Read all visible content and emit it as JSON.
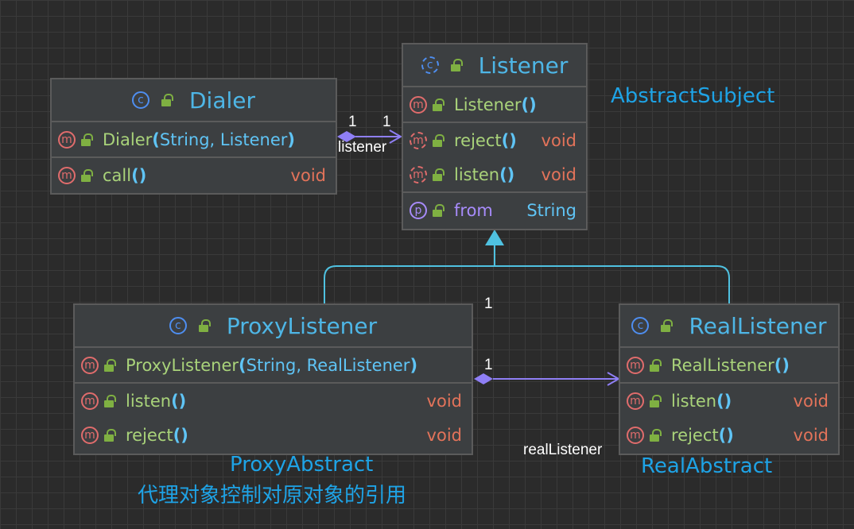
{
  "classes": {
    "dialer": {
      "name": "Dialer",
      "constructor": {
        "name": "Dialer",
        "open": "(",
        "args": "String, Listener",
        "close": ")"
      },
      "method": {
        "name": "call",
        "parens": "()",
        "type": "void"
      }
    },
    "listener": {
      "name": "Listener",
      "constructor": {
        "name": "Listener",
        "parens": "()"
      },
      "methods": [
        {
          "name": "reject",
          "parens": "()",
          "type": "void"
        },
        {
          "name": "listen",
          "parens": "()",
          "type": "void"
        }
      ],
      "property": {
        "name": "from",
        "type": "String"
      }
    },
    "proxy": {
      "name": "ProxyListener",
      "constructor": {
        "name": "ProxyListener",
        "open": "(",
        "args": "String, RealListener",
        "close": ")"
      },
      "methods": [
        {
          "name": "listen",
          "parens": "()",
          "type": "void"
        },
        {
          "name": "reject",
          "parens": "()",
          "type": "void"
        }
      ]
    },
    "real": {
      "name": "RealListener",
      "constructor": {
        "name": "RealListener",
        "parens": "()"
      },
      "methods": [
        {
          "name": "listen",
          "parens": "()",
          "type": "void"
        },
        {
          "name": "reject",
          "parens": "()",
          "type": "void"
        }
      ]
    }
  },
  "badges": {
    "class": "c",
    "method": "m",
    "property": "p"
  },
  "relations": {
    "dialer_listener": {
      "src_mult": "1",
      "dst_mult": "1",
      "role": "listener"
    },
    "proxy_real": {
      "src_mult": "1",
      "dst_mult": "1",
      "role": "realListener"
    }
  },
  "notes": {
    "abstract_subject": "AbstractSubject",
    "proxy_abstract": "ProxyAbstract",
    "proxy_desc": "代理对象控制对原对象的引用",
    "real_abstract": "RealAbstract"
  },
  "colors": {
    "background": "#2b2b2b",
    "inheritance": "#4fc1e0",
    "association": "#8f7ff5",
    "note": "#1ea3e6"
  }
}
